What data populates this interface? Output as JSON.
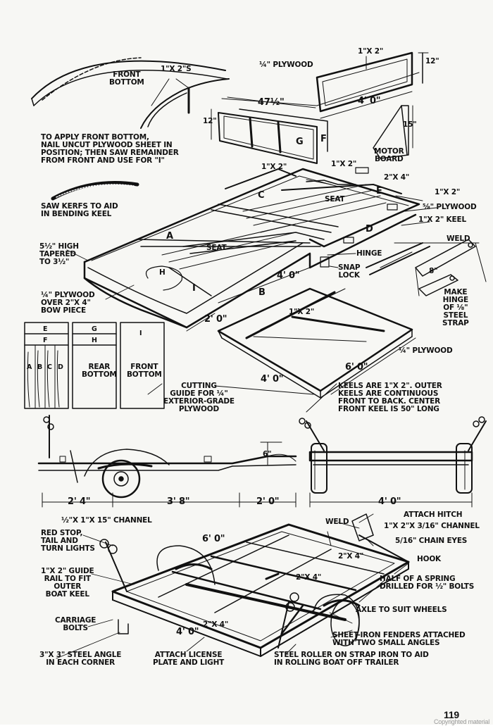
{
  "labels": {
    "front_bottom": "FRONT\nBOTTOM",
    "one_by_two_s": "1\"x 2\"s",
    "apply_front_bottom": "TO APPLY FRONT BOTTOM,\nNAIL UNCUT PLYWOOD SHEET IN\nPOSITION; THEN SAW REMAINDER\nFROM FRONT AND USE FOR \"I\"",
    "saw_kerfs": "SAW KERFS TO AID\nIN BENDING KEEL",
    "plywood_quarter_top": "¼\" PLYWOOD",
    "one_by_two_top": "1\"x 2\"",
    "dim_12_right": "12\"",
    "dim_4ft_top": "4' 0\"",
    "dim_47_half": "47½\"",
    "dim_12_left": "12\"",
    "part_g": "G",
    "part_f": "F",
    "dim_15": "15\"",
    "motor_board": "MOTOR\nBOARD",
    "one_by_two_mid_left": "1\"x 2\"",
    "one_by_two_mid": "1\"x 2\"",
    "two_by_four": "2\"x 4\"",
    "one_by_two_right": "1\"x 2\"",
    "plywood_5_8": "⅝\" PLYWOOD",
    "keel_1x2": "1\"x 2\" KEEL",
    "part_c": "C",
    "part_e": "E",
    "seat_back": "SEAT",
    "part_d": "D",
    "part_a": "A",
    "seat_front": "SEAT",
    "high_tapered": "5½\" HIGH\nTAPERED\nTO 3½\"",
    "part_h": "H",
    "part_i": "I",
    "part_b": "B",
    "dim_4ft_boat": "4' 0\"",
    "dim_2ft_boat": "2' 0\"",
    "plywood_over_bow": "¼\" PLYWOOD\nOVER 2\"x 4\"\nBOW PIECE",
    "hinge": "HINGE",
    "snap_lock": "SNAP\nLOCK",
    "weld_top": "WELD",
    "dim_8": "8\"",
    "make_hinge": "MAKE\nHINGE\nOF ⅛\"\nSTEEL\nSTRAP",
    "one_by_two_bottom": "1\"x 2\"",
    "plywood_quarter_bottom": "¼\" PLYWOOD",
    "dim_6ft_bottom": "6' 0\"",
    "dim_4ft_bottom": "4' 0\"",
    "keels_note": "KEELS ARE 1\"x 2\". OUTER\nKEELS ARE CONTINUOUS\nFRONT TO BACK. CENTER\nFRONT KEEL IS 50\" LONG",
    "cut_e": "E",
    "cut_f": "F",
    "cut_a": "A",
    "cut_b": "B",
    "cut_c": "C",
    "cut_d": "D",
    "cut_g": "G",
    "cut_h": "H",
    "cut_i": "I",
    "rear_bottom": "REAR\nBOTTOM",
    "front_bottom_cut": "FRONT\nBOTTOM",
    "cutting_guide": "CUTTING\nGUIDE FOR ¼\"\nEXTERIOR-GRADE\nPLYWOOD",
    "dim_6_side": "6\"",
    "dim_2ft4": "2' 4\"",
    "dim_3ft8": "3' 8\"",
    "dim_2ft0_side": "2' 0\"",
    "dim_4ft_rear": "4' 0\"",
    "red_stop": "RED STOP,\nTAIL AND\nTURN LIGHTS",
    "channel_half": "½\"x 1\"x 15\" CHANNEL",
    "dim_6ft_trailer": "6' 0\"",
    "weld_trailer": "WELD",
    "attach_hitch": "ATTACH HITCH",
    "channel_3_16": "1\"x 2\"x 3/16\" CHANNEL",
    "chain_eyes": "5/16\" CHAIN EYES",
    "two_by_four_frame": "2\"x 4\"",
    "hook": "HOOK",
    "two_by_four_cross": "2\"x 4\"",
    "half_spring": "HALF OF A SPRING\nDRILLED FOR ½\" BOLTS",
    "guide_rail": "1\"x 2\" GUIDE\nRAIL TO FIT\nOUTER\nBOAT KEEL",
    "axle": "AXLE TO SUIT WHEELS",
    "carriage_bolts": "CARRIAGE\nBOLTS",
    "two_by_four_front": "2\"x 4\"",
    "dim_4ft_trailer": "4' 0\"",
    "fenders": "SHEET-IRON FENDERS ATTACHED\nWITH TWO SMALL ANGLES",
    "steel_angle": "3\"x 3\" STEEL ANGLE\nIN EACH CORNER",
    "license_plate": "ATTACH LICENSE\nPLATE AND LIGHT",
    "steel_roller": "STEEL ROLLER ON STRAP IRON TO AID\nIN ROLLING BOAT OFF TRAILER",
    "page_number": "119",
    "copyright": "Copyrighted material"
  }
}
